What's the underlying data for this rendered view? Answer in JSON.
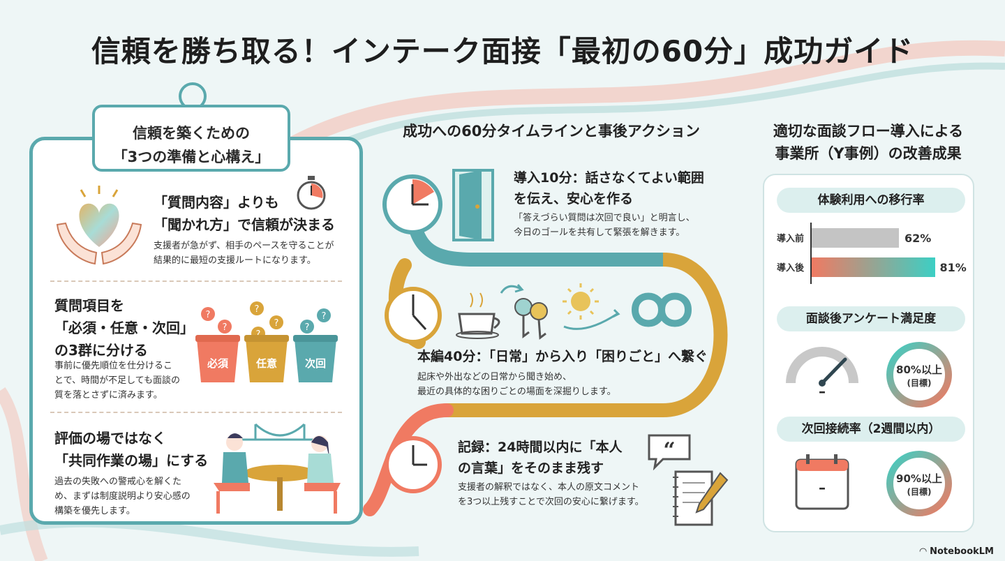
{
  "title": "信頼を勝ち取る！インテーク面接「最初の60分」成功ガイド",
  "left": {
    "heading_line1": "信頼を築くための",
    "heading_line2": "「3つの準備と心構え」",
    "tips": [
      {
        "title_line1": "「質問内容」よりも",
        "title_line2": "「聞かれ方」で信頼が決まる",
        "body_line1": "支援者が急がず、相手のペースを守ることが",
        "body_line2": "結果的に最短の支援ルートになります。",
        "body_line3": ""
      },
      {
        "title_line1": "質問項目を",
        "title_line2": "「必須・任意・次回」",
        "title_line3": "の3群に分ける",
        "body_line1": "事前に優先順位を仕分けるこ",
        "body_line2": "とで、時間が不足しても面談の",
        "body_line3": "質を落とさずに済みます。",
        "pots": [
          "必須",
          "任意",
          "次回"
        ]
      },
      {
        "title_line1": "評価の場ではなく",
        "title_line2": "「共同作業の場」にする",
        "body_line1": "過去の失敗への警戒心を解くた",
        "body_line2": "め、まずは制度説明より安心感の",
        "body_line3": "構築を優先します。"
      }
    ]
  },
  "center": {
    "heading": "成功への60分タイムラインと事後アクション",
    "steps": [
      {
        "title_line1": "導入10分：話さなくてよい範囲",
        "title_line2": "を伝え、安心を作る",
        "body_line1": "「答えづらい質問は次回で良い」と明言し、",
        "body_line2": "今日のゴールを共有して緊張を解きます。"
      },
      {
        "title_line1": "本編40分：「日常」から入り「困りごと」へ繋ぐ",
        "body_line1": "起床や外出などの日常から聞き始め、",
        "body_line2": "最近の具体的な困りごとの場面を深掘りします。"
      },
      {
        "title_line1": "記録：24時間以内に「本人",
        "title_line2": "の言葉」をそのまま残す",
        "body_line1": "支援者の解釈ではなく、本人の原文コメント",
        "body_line2": "を3つ以上残すことで次回の安心に繋げます。"
      }
    ],
    "quote_mark": "“"
  },
  "right": {
    "heading_line1": "適切な面談フロー導入による",
    "heading_line2": "事業所（Y事例）の改善成果",
    "metric1": {
      "label": "体験利用への移行率",
      "before_label": "導入前",
      "before_value": 62,
      "before_text": "62%",
      "after_label": "導入後",
      "after_value": 81,
      "after_text": "81%"
    },
    "metric2": {
      "label": "面談後アンケート満足度",
      "gauge_value": "–",
      "target_line1": "80%以上",
      "target_line2": "(目標)"
    },
    "metric3": {
      "label": "次回接続率（2週間以内）",
      "calendar_value": "–",
      "target_line1": "90%以上",
      "target_line2": "(目標)"
    }
  },
  "brand": "NotebookLM",
  "colors": {
    "teal": "#5aa9ad",
    "coral": "#f07a62",
    "gold": "#d9a43a",
    "gray_bar": "#c4c4c4"
  }
}
